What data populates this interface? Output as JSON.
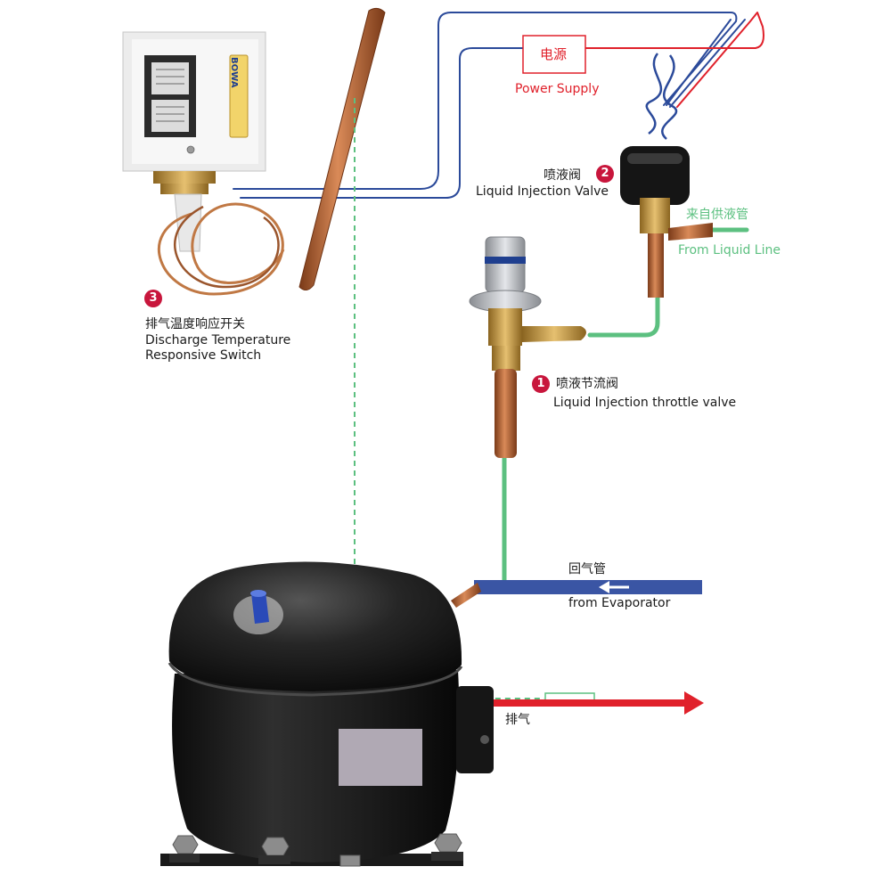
{
  "power_supply": {
    "label_cn": "电源",
    "label_en": "Power Supply",
    "color": "#e0212b"
  },
  "components": [
    {
      "number": "1",
      "label_cn": "喷液节流阀",
      "label_en": "Liquid Injection throttle valve"
    },
    {
      "number": "2",
      "label_cn": "喷液阀",
      "label_en": "Liquid Injection Valve"
    },
    {
      "number": "3",
      "label_cn": "排气温度响应开关",
      "label_en_line1": "Discharge Temperature",
      "label_en_line2": "Responsive Switch"
    }
  ],
  "liquid_line": {
    "label_cn": "来自供液管",
    "label_en": "From Liquid Line",
    "color": "#5cc080"
  },
  "suction_line": {
    "label_cn": "回气管",
    "label_en": "from Evaporator",
    "color": "#3a55a4"
  },
  "discharge": {
    "label_cn": "排气",
    "color": "#e0212b"
  },
  "switch_brand": "BOWA",
  "colors": {
    "wire": "#2b4a9a",
    "copper": "#b86a3c",
    "compressor": "#1c1c1c",
    "badge": "#c8163c"
  }
}
